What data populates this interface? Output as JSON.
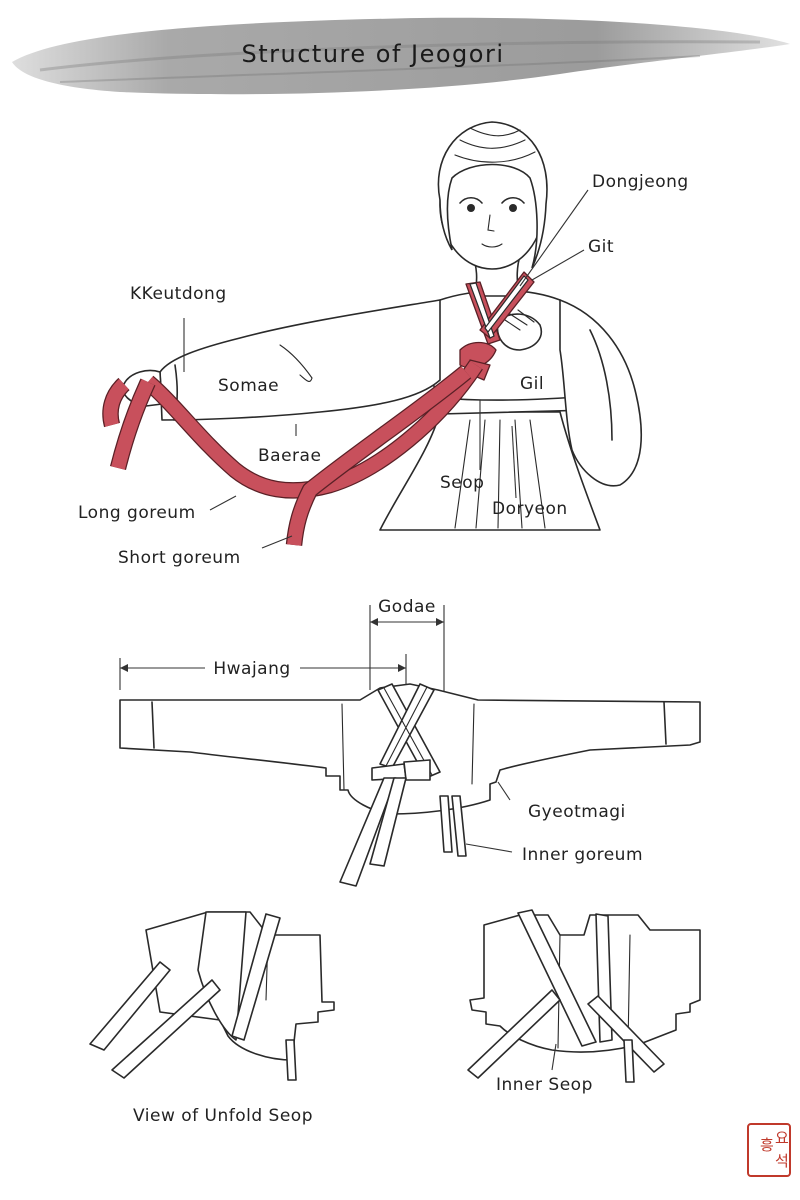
{
  "title": "Structure of Jeogori",
  "labels": {
    "dongjeong": "Dongjeong",
    "git": "Git",
    "kkeutdong": "KKeutdong",
    "somae": "Somae",
    "gil": "Gil",
    "baerae": "Baerae",
    "seop": "Seop",
    "doryeon": "Doryeon",
    "long_goreum": "Long goreum",
    "short_goreum": "Short goreum",
    "godae": "Godae",
    "hwajang": "Hwajang",
    "gyeotmagi": "Gyeotmagi",
    "inner_goreum": "Inner goreum",
    "view_unfold_seop": "View of Unfold Seop",
    "inner_seop": "Inner Seop"
  },
  "seal": {
    "chars": [
      "흥",
      "요",
      "석"
    ]
  },
  "colors": {
    "goreum_red": "#c8505c",
    "ink": "#2a2a2a",
    "brush": "#8c8c8c"
  }
}
